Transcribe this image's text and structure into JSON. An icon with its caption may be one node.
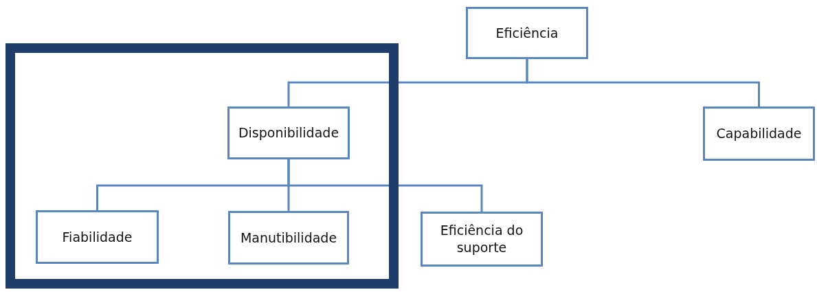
{
  "diagram": {
    "nodes": [
      {
        "text": [
          "Eficiência"
        ]
      },
      {
        "text": [],
        "shape": "box"
      },
      {
        "text": [
          "Disponibilidade"
        ],
        "in": 1
      },
      {
        "text": [
          "Capabilidade"
        ]
      },
      {
        "text": [
          "Fiabilidade"
        ],
        "in": 1
      },
      {
        "text": [
          "Manutibilidade"
        ],
        "in": 1
      },
      {
        "text": [
          "Eficiência do suporte"
        ]
      }
    ],
    "edges": [
      {
        "from": 0,
        "to": 2,
        "arrow": "none"
      },
      {
        "from": 0,
        "to": 3,
        "arrow": "none"
      },
      {
        "from": 2,
        "to": 4,
        "arrow": "none"
      },
      {
        "from": 2,
        "to": 5,
        "arrow": "none"
      },
      {
        "from": 2,
        "to": 6,
        "arrow": "none"
      }
    ]
  }
}
